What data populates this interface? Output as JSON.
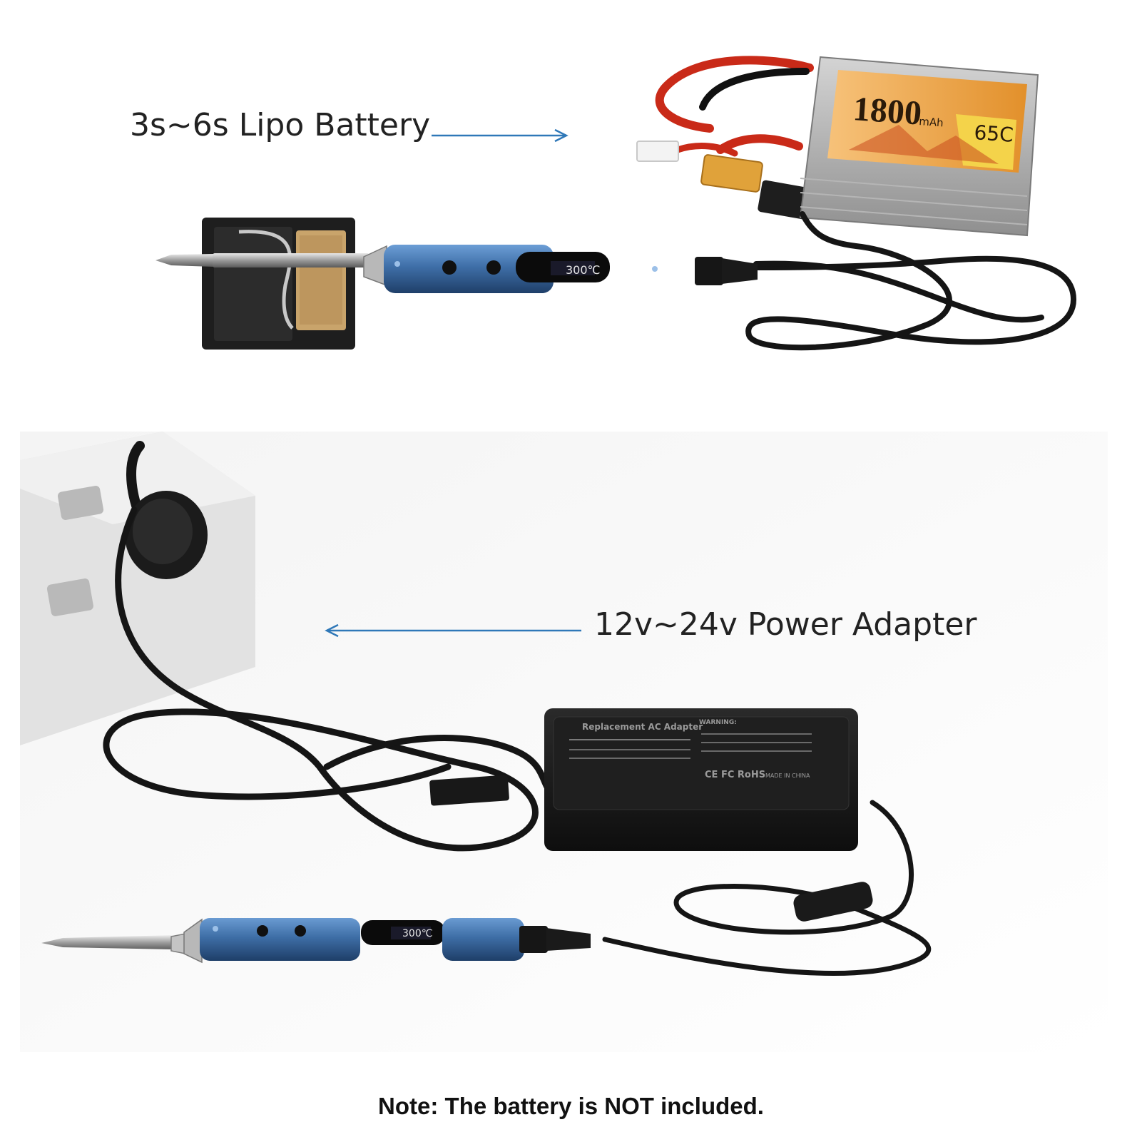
{
  "labels": {
    "battery": "3s~6s Lipo Battery",
    "adapter": "12v~24v Power Adapter",
    "note": "Note: The battery is NOT included."
  },
  "battery": {
    "capacity": "1800",
    "unit": "mAh",
    "c_rating": "65C"
  },
  "iron": {
    "temperature": "300℃"
  },
  "adapter": {
    "title": "Replacement AC Adapter",
    "warning": "WARNING:",
    "marks": "CE FC RoHS",
    "made_in": "MADE IN CHINA"
  },
  "colors": {
    "arrow": "#2f78b8",
    "iron_body": "#3d6fa8",
    "cable": "#151515",
    "battery_label": "#f2a93b"
  }
}
